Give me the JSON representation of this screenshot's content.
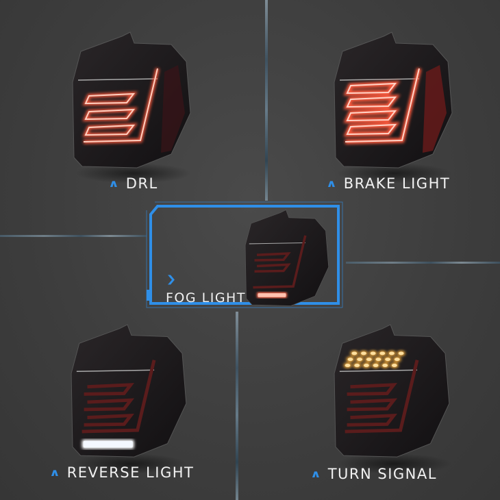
{
  "panels": [
    {
      "id": "drl",
      "label": "DRL",
      "icon": "chevron-up-icon",
      "active_light": "drl",
      "light_color": "#ff5a3c"
    },
    {
      "id": "brake",
      "label": "BRAKE LIGHT",
      "icon": "chevron-up-icon",
      "active_light": "brake",
      "light_color": "#ff5a3c"
    },
    {
      "id": "fog",
      "label": "FOG LIGHT",
      "icon": "chevron-right-icon",
      "active_light": "fog",
      "light_color": "#ff6a50",
      "highlighted": true
    },
    {
      "id": "reverse",
      "label": "REVERSE LIGHT",
      "icon": "chevron-up-icon",
      "active_light": "reverse",
      "light_color": "#ffffff"
    },
    {
      "id": "turn",
      "label": "TURN SIGNAL",
      "icon": "chevron-up-icon",
      "active_light": "turn",
      "light_color": "#ffb43c"
    }
  ],
  "colors": {
    "accent": "#2f8fe8",
    "background": "#3f3f3f",
    "label_text": "#f2f2f2"
  },
  "icons": {
    "up": "∧",
    "right": "❯"
  }
}
